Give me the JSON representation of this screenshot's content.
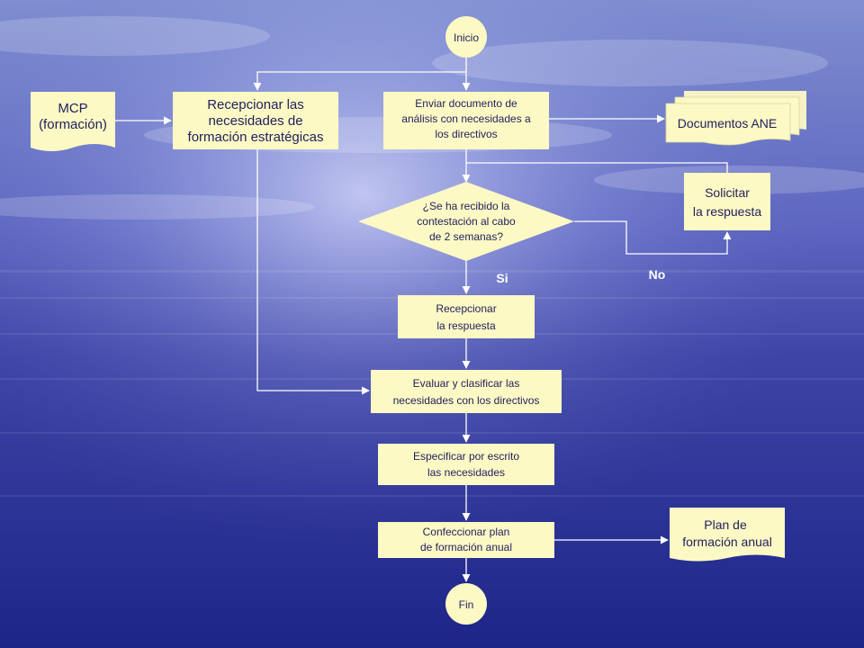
{
  "colors": {
    "node_fill": "#fdf9c4",
    "text": "#1f1f5e",
    "connector": "#ffffff",
    "background_top": "#8e97d6",
    "background_bottom": "#1d2588"
  },
  "nodes": {
    "inicio": "Inicio",
    "mcp": [
      "MCP",
      "(formación)"
    ],
    "recepcionar_necesidades": [
      "Recepcionar las",
      "necesidades de",
      "formación estratégicas"
    ],
    "enviar_documento": [
      "Enviar documento de",
      "análisis con necesidades a",
      "los directivos"
    ],
    "documentos_ane": "Documentos ANE",
    "decision": [
      "¿Se ha recibido la",
      "contestación al cabo",
      "de 2 semanas?"
    ],
    "solicitar_respuesta": [
      "Solicitar",
      "la respuesta"
    ],
    "recepcionar_respuesta": [
      "Recepcionar",
      "la respuesta"
    ],
    "evaluar": [
      "Evaluar y clasificar las",
      "necesidades con los directivos"
    ],
    "especificar": [
      "Especificar por escrito",
      "las necesidades"
    ],
    "confeccionar": [
      "Confeccionar plan",
      "de formación anual"
    ],
    "plan_formacion": [
      "Plan de",
      "formación anual"
    ],
    "fin": "Fin"
  },
  "edge_labels": {
    "yes": "Si",
    "no": "No"
  }
}
